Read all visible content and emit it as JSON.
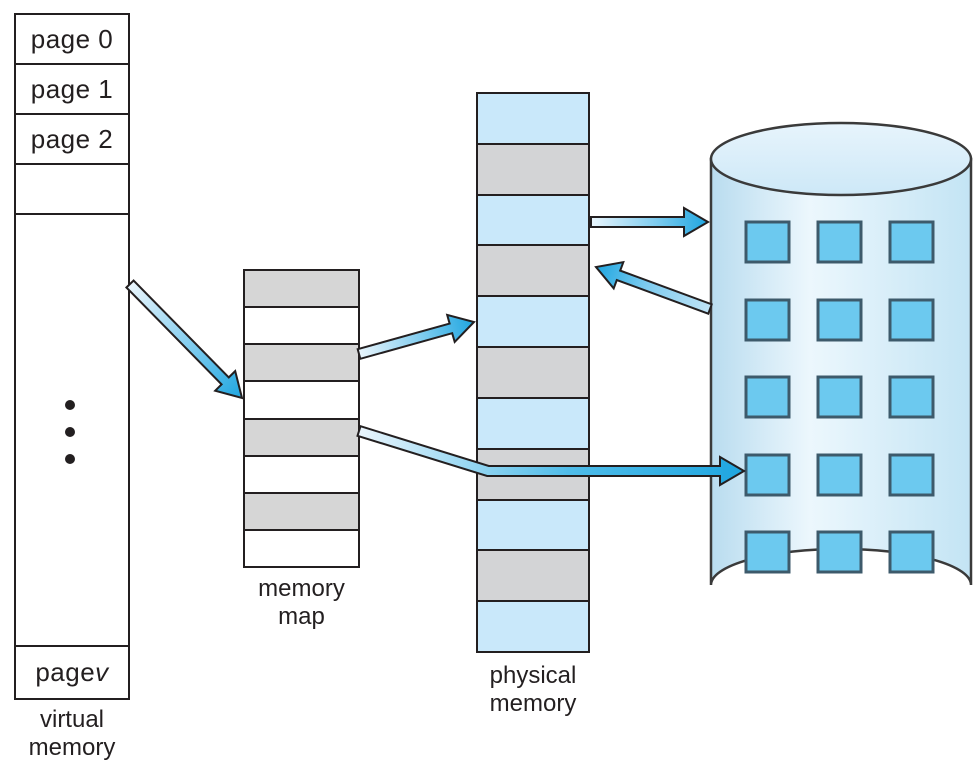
{
  "diagram_title": "virtual memory paging diagram",
  "virtual_memory": {
    "cells": [
      "page 0",
      "page 1",
      "page 2"
    ],
    "last_cell_prefix": "page ",
    "last_cell_var": "v",
    "label_line1": "virtual",
    "label_line2": "memory",
    "ellipsis_dot_count": 3
  },
  "memory_map": {
    "label_line1": "memory",
    "label_line2": "map",
    "cell_count": 8,
    "cell_pattern": [
      "gray",
      "white"
    ]
  },
  "physical_memory": {
    "label_line1": "physical",
    "label_line2": "memory",
    "cell_count": 11,
    "cell_pattern": [
      "blue",
      "gray"
    ]
  },
  "disk": {
    "block_rows": 5,
    "block_cols": 3
  },
  "colors": {
    "outline": "#231f20",
    "arrow_tail_blue": "#eaf5fc",
    "arrow_head_blue": "#1fa6e0",
    "map_gray": "#d6d6d6",
    "memory_blue": "#c9e8fa",
    "memory_gray": "#d3d4d6",
    "disk_body_blue": "#cfe9f8",
    "disk_block_blue": "#6cc9ef",
    "disk_block_border": "#3d5a6b"
  }
}
